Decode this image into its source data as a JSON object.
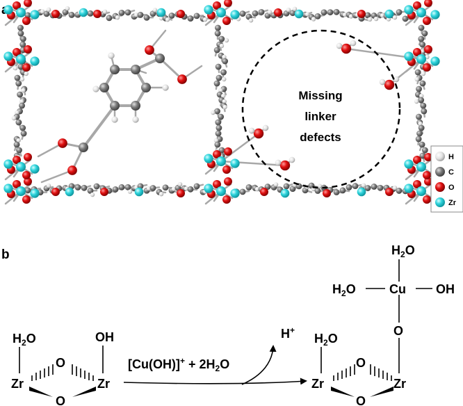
{
  "panel_a": {
    "label": "a",
    "annotation": [
      "Missing",
      "linker",
      "defects"
    ],
    "legend": [
      {
        "symbol": "H",
        "color": "#e2e2e2"
      },
      {
        "symbol": "C",
        "color": "#7f7f7f"
      },
      {
        "symbol": "O",
        "color": "#e01010"
      },
      {
        "symbol": "Zr",
        "color": "#2fd4dc"
      }
    ]
  },
  "panel_b": {
    "label": "b",
    "left_H2O": "H2O",
    "left_OH": "OH",
    "left_O_top": "O",
    "left_O_bottom": "O",
    "left_Zr_left": "Zr",
    "left_Zr_right": "Zr",
    "reagent": "[Cu(OH)]+ + 2H2O",
    "byproduct": "H+",
    "product_top_H2O": "H2O",
    "product_left_H2O": "H2O",
    "product_Cu": "Cu",
    "product_OH": "OH",
    "product_bridge_O": "O",
    "product_H2O": "H2O",
    "product_O_top": "O",
    "product_O_bottom": "O",
    "product_Zr_left": "Zr",
    "product_Zr_right": "Zr"
  },
  "colors": {
    "zr": "#2fd4dc",
    "oxygen": "#e01010",
    "carbon": "#7f7f7f",
    "hydrogen": "#e2e2e2"
  }
}
